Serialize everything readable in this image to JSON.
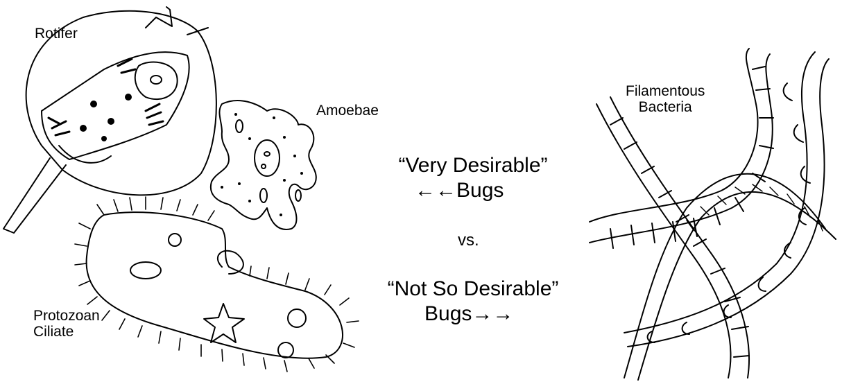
{
  "labels": {
    "rotifer": "Rotifer",
    "amoebae": "Amoebae",
    "ciliate_line1": "Protozoan",
    "ciliate_line2": "Ciliate",
    "filament_line1": "Filamentous",
    "filament_line2": "Bacteria"
  },
  "center": {
    "very_desirable": "“Very Desirable”",
    "very_desirable_bugs": "←←Bugs",
    "vs": "vs.",
    "not_so_desirable": "“Not So Desirable”",
    "not_so_desirable_bugs": "Bugs→→"
  },
  "colors": {
    "ink": "#000000",
    "background": "#ffffff"
  }
}
